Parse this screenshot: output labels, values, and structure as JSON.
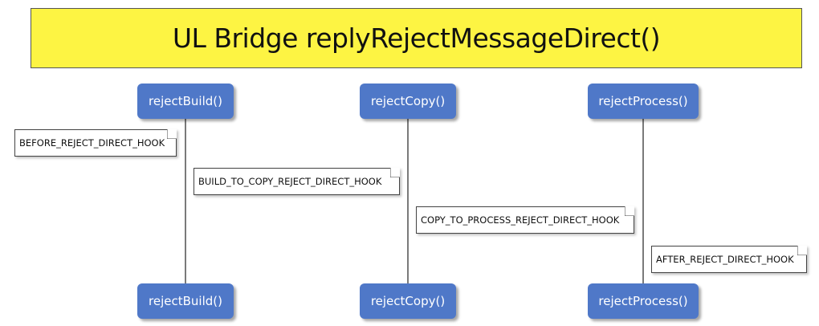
{
  "title": "UL Bridge replyRejectMessageDirect()",
  "participants": [
    {
      "label": "rejectBuild()"
    },
    {
      "label": "rejectCopy()"
    },
    {
      "label": "rejectProcess()"
    }
  ],
  "notes": [
    {
      "text": "BEFORE_REJECT_DIRECT_HOOK"
    },
    {
      "text": "BUILD_TO_COPY_REJECT_DIRECT_HOOK"
    },
    {
      "text": "COPY_TO_PROCESS_REJECT_DIRECT_HOOK"
    },
    {
      "text": "AFTER_REJECT_DIRECT_HOOK"
    }
  ],
  "colors": {
    "title_bg": "#fdf443",
    "participant_bg": "#4f78c8",
    "participant_text": "#ffffff",
    "lifeline": "#7a7a7a",
    "note_bg": "#ffffff"
  }
}
